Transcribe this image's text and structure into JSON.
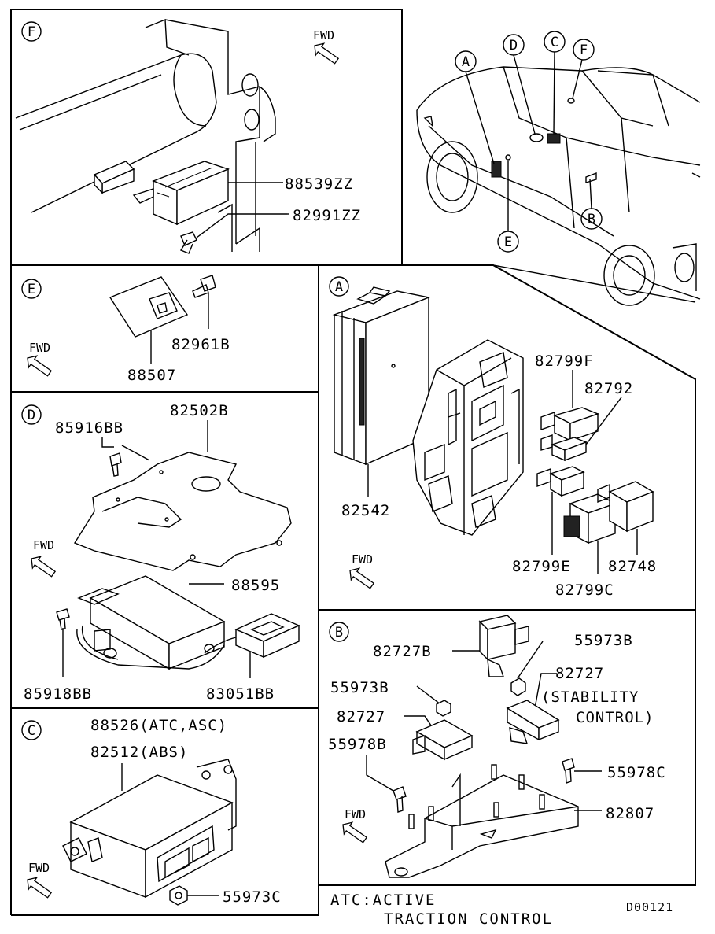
{
  "fwd_label": "FWD",
  "panel_f": {
    "letter": "F",
    "parts": [
      "88539ZZ",
      "82991ZZ"
    ]
  },
  "overview": {
    "callouts": [
      "A",
      "D",
      "C",
      "F",
      "B",
      "E"
    ]
  },
  "panel_e": {
    "letter": "E",
    "parts": [
      "82961B",
      "88507"
    ]
  },
  "panel_a": {
    "letter": "A",
    "parts": [
      "82799F",
      "82792",
      "82542",
      "82799E",
      "82748",
      "82799C"
    ]
  },
  "panel_d": {
    "letter": "D",
    "parts": [
      "82502B",
      "85916BB",
      "88595",
      "85918BB",
      "83051BB"
    ]
  },
  "panel_b": {
    "letter": "B",
    "parts": [
      "55973B",
      "82727B",
      "82727",
      "(STABILITY",
      "CONTROL)",
      "55973B",
      "82727",
      "55978B",
      "55978C",
      "82807"
    ]
  },
  "panel_c": {
    "letter": "C",
    "parts": [
      "88526(ATC,ASC)",
      "82512(ABS)",
      "55973C"
    ]
  },
  "footer": {
    "note_line1": "ATC:ACTIVE",
    "note_line2": "TRACTION CONTROL",
    "code": "D00121"
  }
}
